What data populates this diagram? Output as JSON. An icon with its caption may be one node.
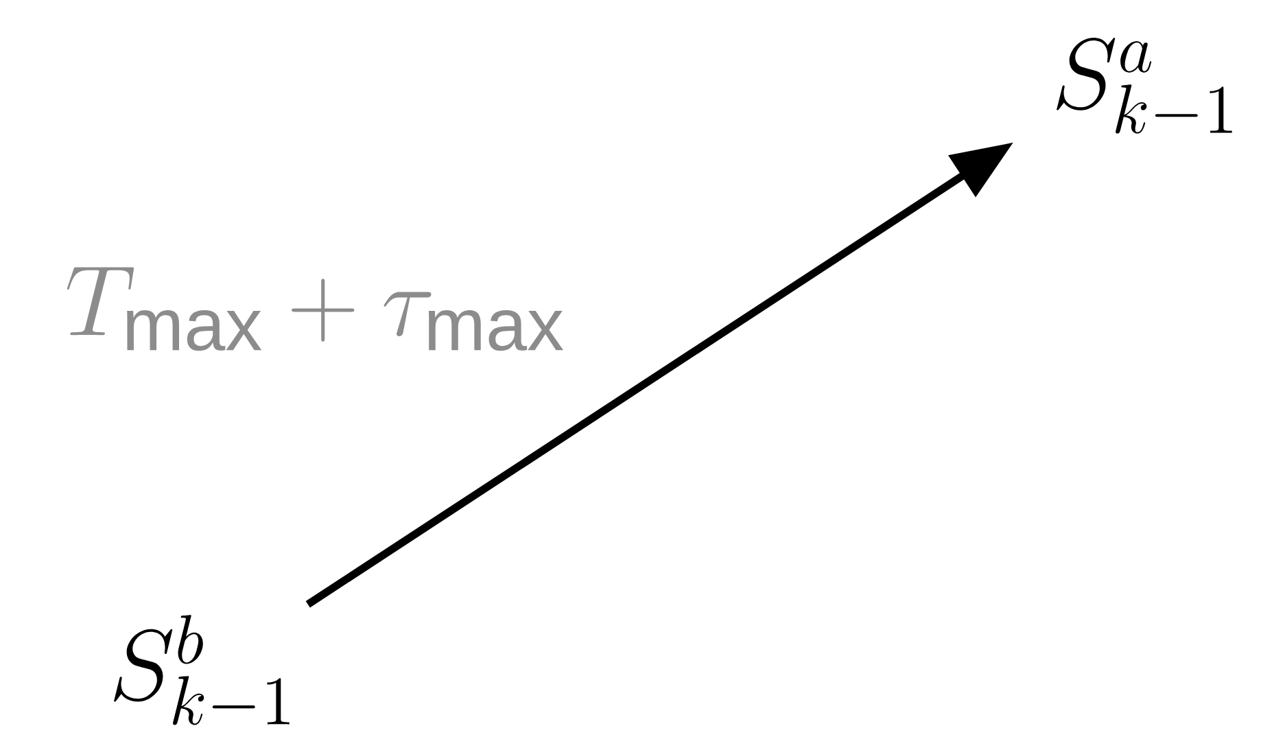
{
  "diagram": {
    "nodes": [
      {
        "text": [
          "S^{a}_{k-1}"
        ]
      },
      {
        "text": [
          "S^{b}_{k-1}"
        ]
      }
    ],
    "edges": [
      {
        "from": 1,
        "to": 0,
        "arrow": "to",
        "label": "T_{\\max} + \\tau_{\\max}"
      }
    ]
  }
}
